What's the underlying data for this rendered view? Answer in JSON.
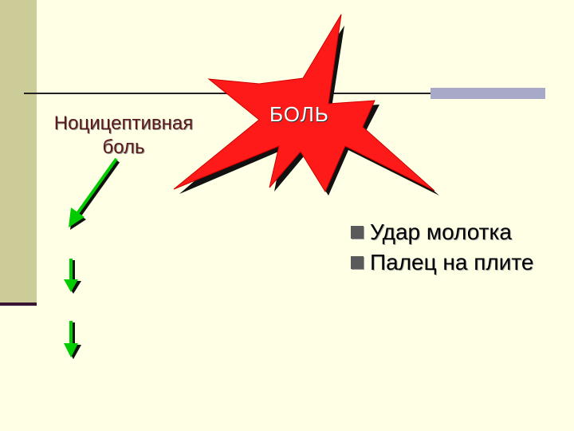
{
  "slide": {
    "nociceptive_label": "Ноцицептивная\nболь",
    "pain_label": "БОЛЬ",
    "bullets": [
      "Удар молотка",
      "Палец на плите"
    ]
  },
  "colors": {
    "background": "#FFFFE5",
    "side_band": "#CCCC99",
    "burst_red": "#FF1A1A",
    "arrow_green": "#00CC00"
  },
  "icons": {
    "burst": "explosion-burst-icon",
    "arrow": "arrow-down-icon",
    "bullet": "square-bullet-icon"
  }
}
